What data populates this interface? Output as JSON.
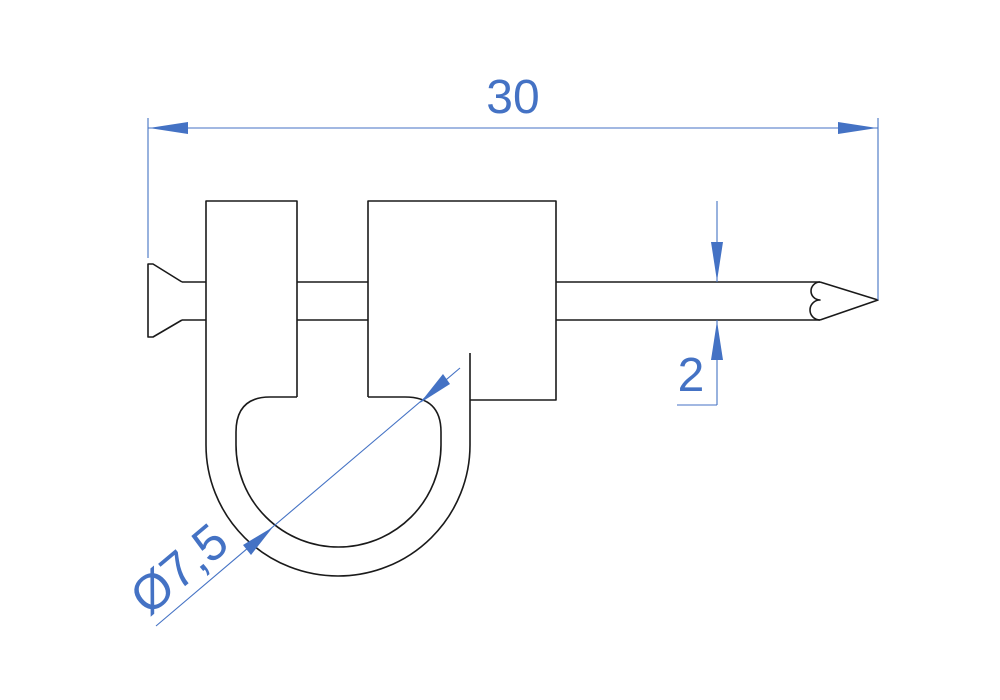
{
  "drawing": {
    "dimensions": {
      "overall_length": "30",
      "shaft_diameter": "2",
      "loop_diameter": "Ø7,5"
    },
    "colors": {
      "outline": "#1a1a1a",
      "dimension": "#4472c4"
    }
  }
}
